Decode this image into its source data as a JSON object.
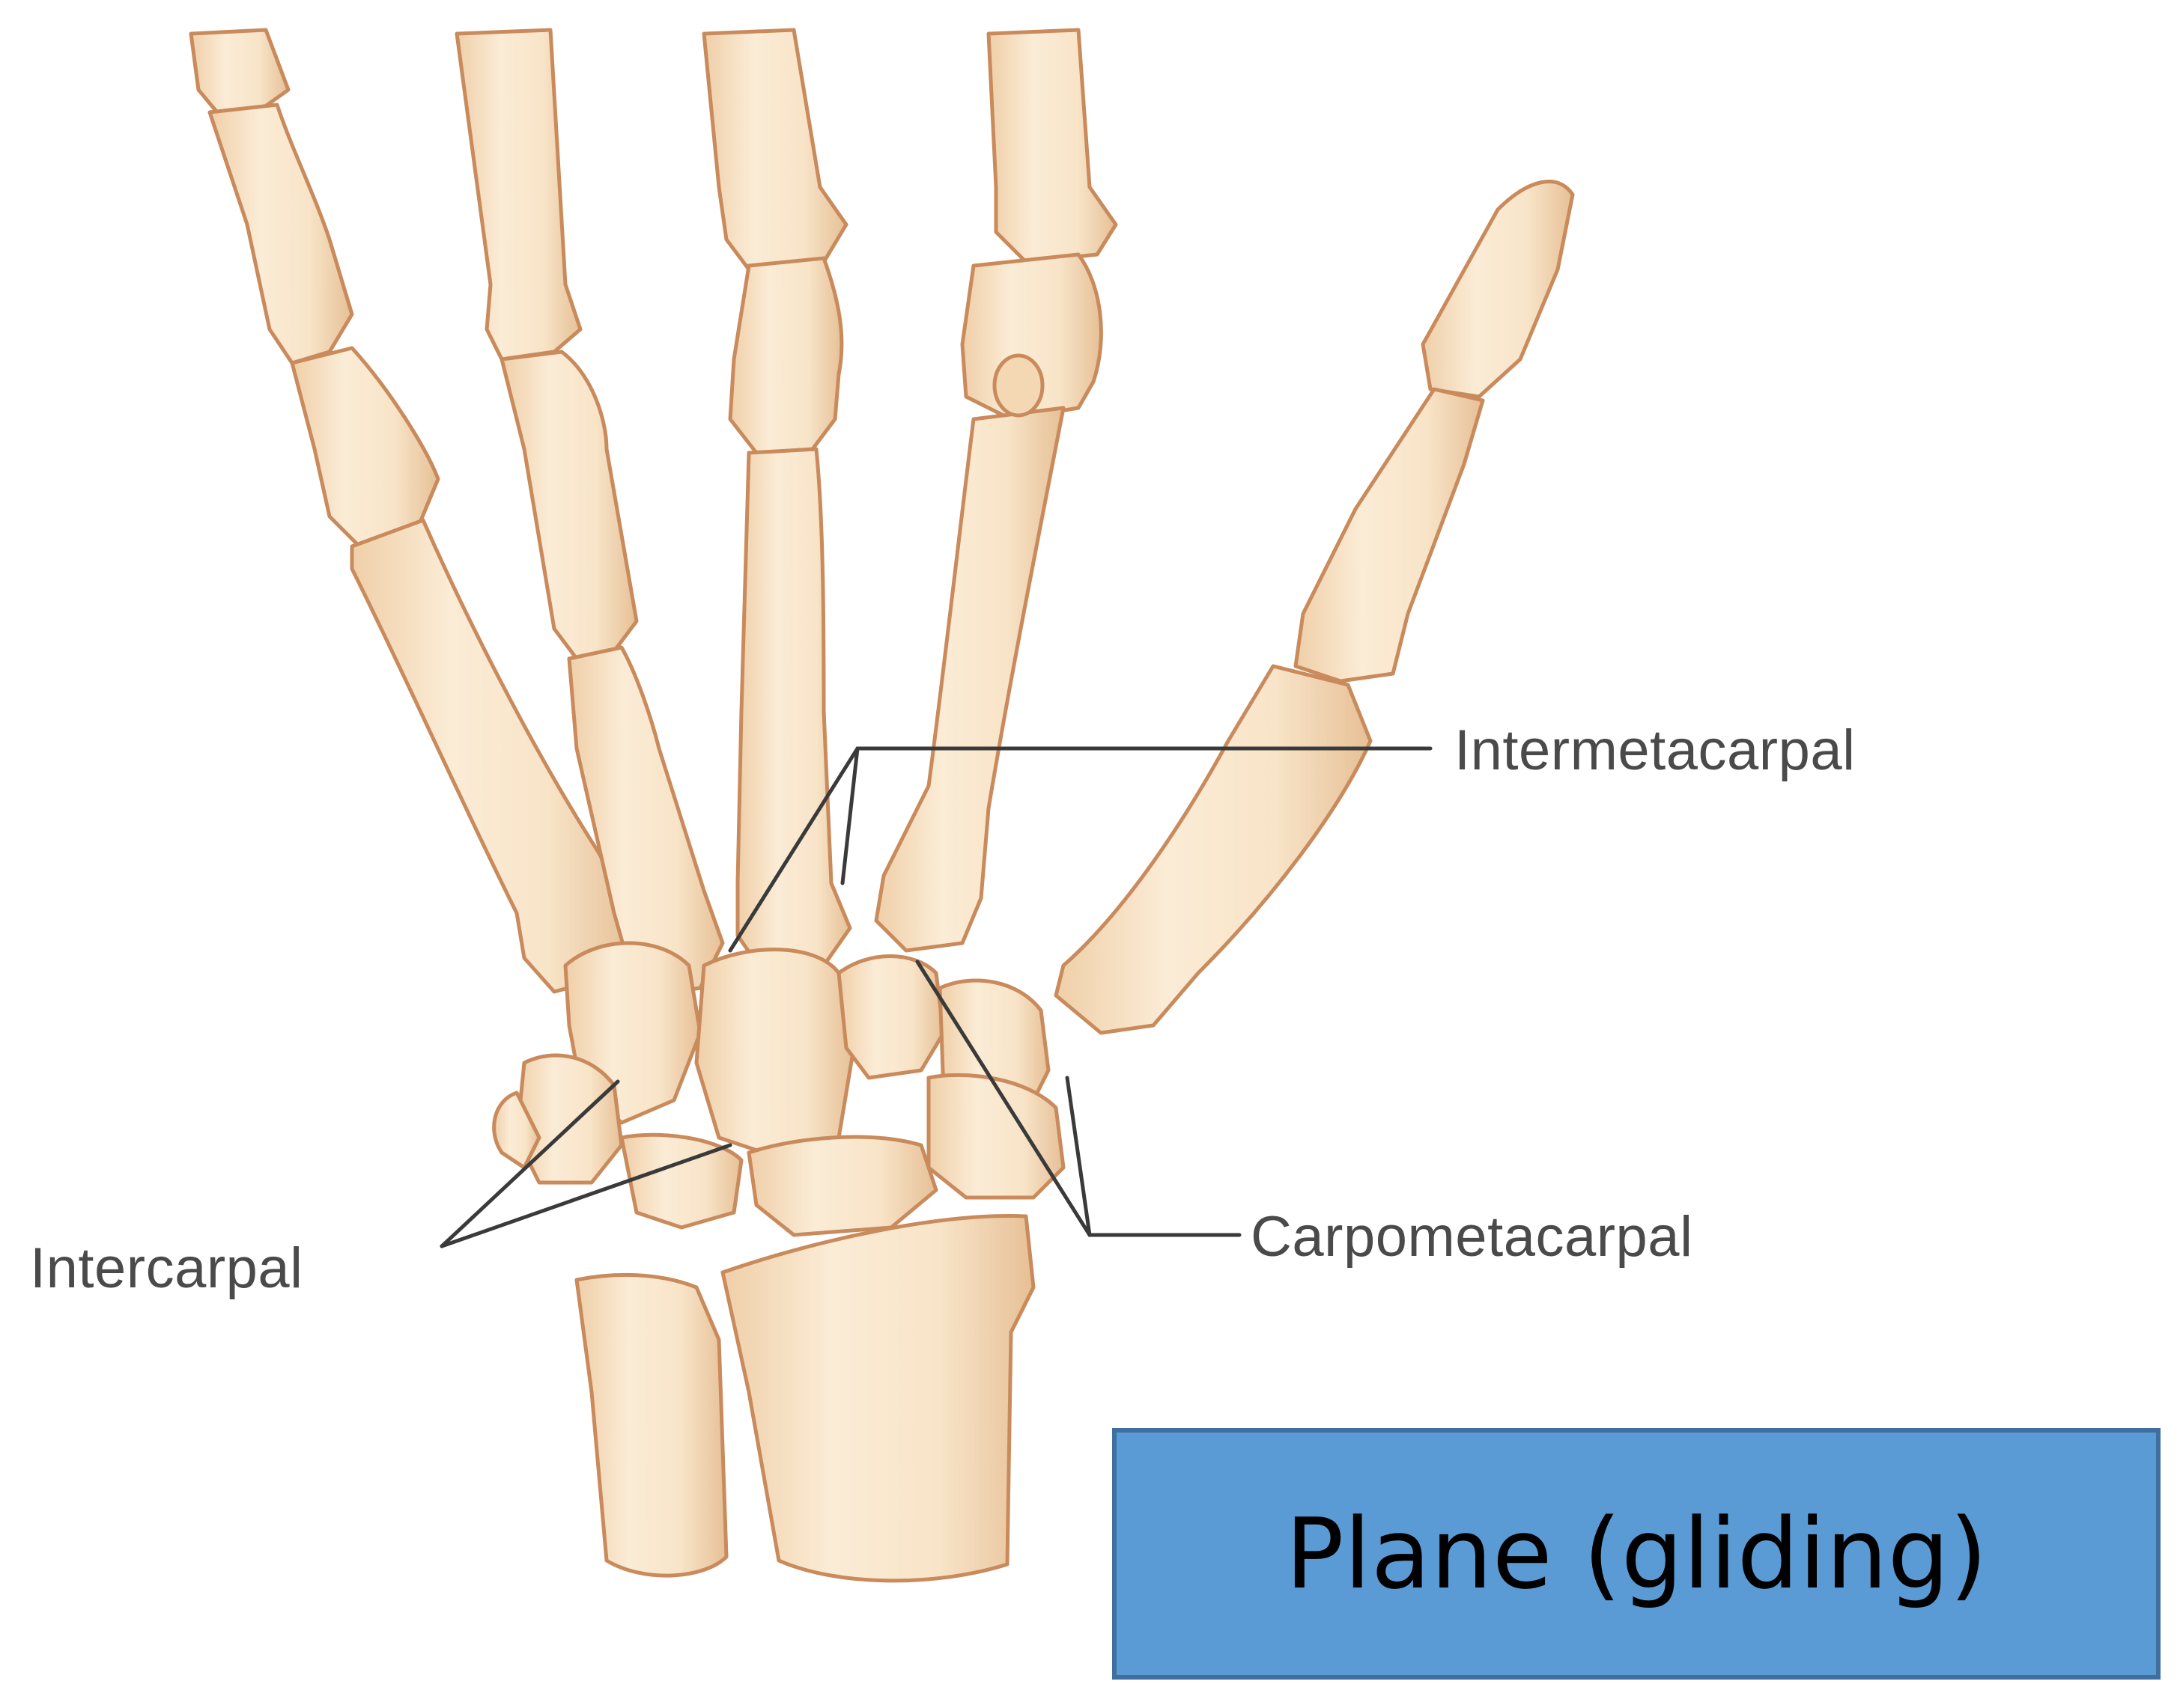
{
  "labels": {
    "intermetacarpal": "Intermetacarpal",
    "carpometacarpal": "Carpometacarpal",
    "intercarpal": "Intercarpal"
  },
  "joint_type": "Plane (gliding)",
  "colors": {
    "bone_fill": "#f8e6cc",
    "bone_outline": "#c98a5c",
    "bone_shadow": "#e9c6a0",
    "leader_line": "#3a3a3a",
    "label_text": "#4a4a4a",
    "box_fill": "#5b9bd5",
    "box_border": "#3f6f9e"
  }
}
